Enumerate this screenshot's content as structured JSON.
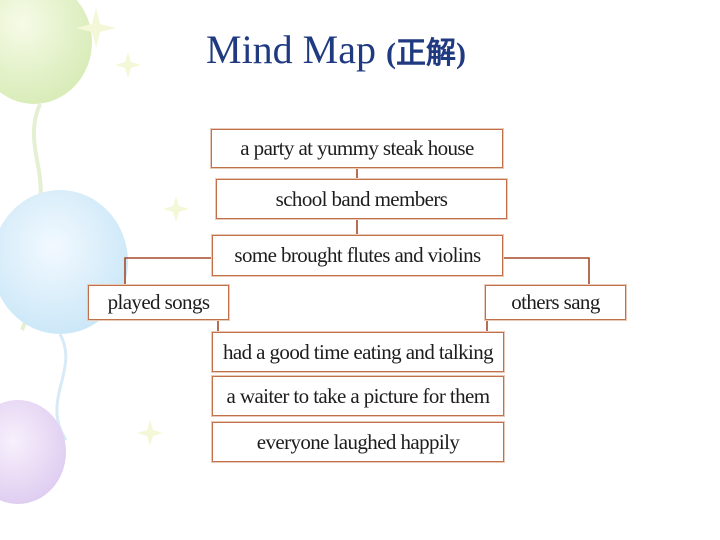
{
  "title": {
    "main": "Mind Map",
    "sub": "(正解)"
  },
  "nodes": {
    "party": "a party at yummy steak house",
    "band": "school band members",
    "instruments": "some brought flutes and violins",
    "played": "played songs",
    "sang": "others sang",
    "eating": "had a good time eating and talking",
    "waiter": "a waiter to take a picture for them",
    "laughed": "everyone laughed happily"
  },
  "colors": {
    "title": "#1f3a80",
    "box_border": "#c2704a",
    "connector": "#a54a2a"
  }
}
